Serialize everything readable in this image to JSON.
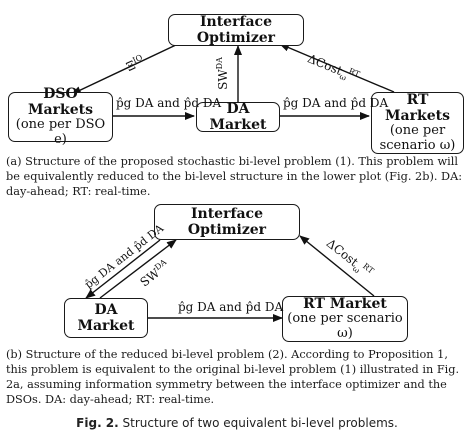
{
  "top": {
    "interface_optimizer": "Interface Optimizer",
    "dso_title": "DSO Markets",
    "dso_sub": "(one per DSO e)",
    "da_market": "DA Market",
    "rt_title": "RT Markets",
    "rt_sub1": "(one per",
    "rt_sub2": "scenario ω)",
    "label_xi": "Ξ",
    "label_xi_sup": "IO",
    "label_sw": "SW",
    "label_sw_sup": "DA",
    "label_dsa_pd": "p̂",
    "label_pg_pd": "p̂g DA and p̂d DA",
    "label_cost": "ΔCost",
    "label_cost_sub": "ω",
    "label_cost_sup": "RT",
    "caption": "(a) Structure of the proposed stochastic bi-level problem (1). This problem will be equivalently reduced to the bi-level structure in the lower plot (Fig. 2b). DA: day-ahead; RT: real-time."
  },
  "bottom": {
    "interface_optimizer": "Interface Optimizer",
    "da_market": "DA Market",
    "rt_title": "RT Market",
    "rt_sub": "(one per scenario ω)",
    "label_sw": "SW",
    "label_sw_sup": "DA",
    "label_pg_pd": "p̂g DA and p̂d DA",
    "label_cost": "ΔCost",
    "label_cost_sub": "ω",
    "label_cost_sup": "RT",
    "caption": "(b) Structure of the reduced bi-level problem (2). According to Proposition 1, this problem is equivalent to the original bi-level problem (1) illustrated in Fig. 2a, assuming information symmetry between the interface optimizer and the DSOs. DA: day-ahead; RT: real-time."
  },
  "figure_caption": {
    "label": "Fig. 2.",
    "text": "Structure of two equivalent bi-level problems."
  }
}
